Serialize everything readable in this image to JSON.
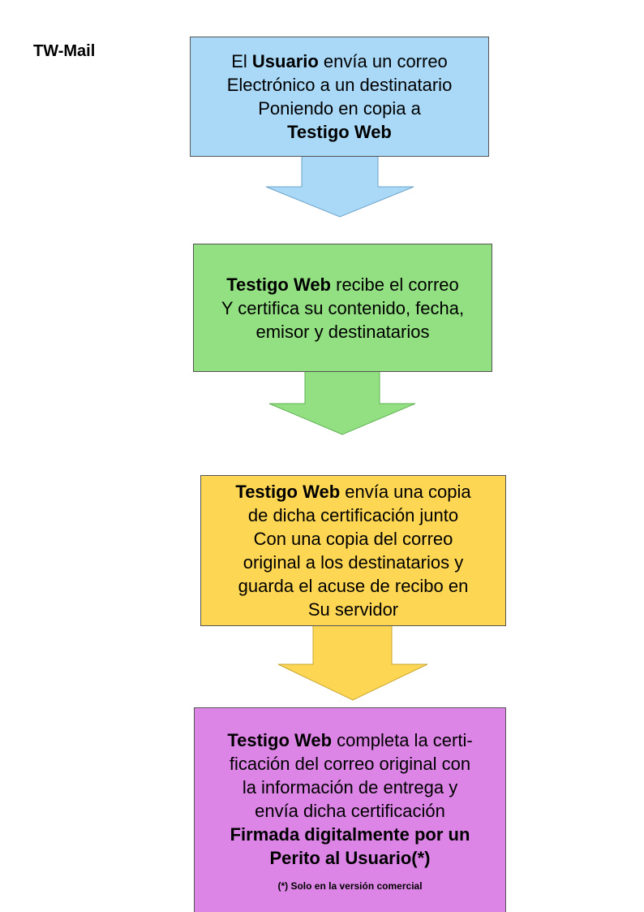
{
  "title": "TW-Mail",
  "colors": {
    "step1": "#a9d9f7",
    "step2": "#93e083",
    "step3": "#fdd654",
    "step4": "#dc85e6"
  },
  "steps": [
    {
      "line1_pre": "El ",
      "line1_bold": "Usuario",
      "line1_post": " envía un correo",
      "line2": "Electrónico a un destinatario",
      "line3": "Poniendo en copia a",
      "line4_bold": "Testigo Web"
    },
    {
      "line1_bold": "Testigo Web",
      "line1_post": " recibe el correo",
      "line2": "Y certifica su contenido, fecha,",
      "line3": "emisor y destinatarios"
    },
    {
      "line1_bold": "Testigo Web",
      "line1_post": " envía una copia",
      "line2": "de dicha certificación junto",
      "line3": "Con una copia del correo",
      "line4": "original a los destinatarios y",
      "line5": "guarda el acuse de recibo en",
      "line6": "Su servidor"
    },
    {
      "line1_bold": "Testigo Web",
      "line1_post": " completa la certi-",
      "line2": "ficación del correo original con",
      "line3": "la información de entrega y",
      "line4": "envía dicha certificación",
      "line5_bold": "Firmada digitalmente por un",
      "line6_bold": "Perito al Usuario(*)",
      "note": "(*) Solo en la versión comercial"
    }
  ]
}
